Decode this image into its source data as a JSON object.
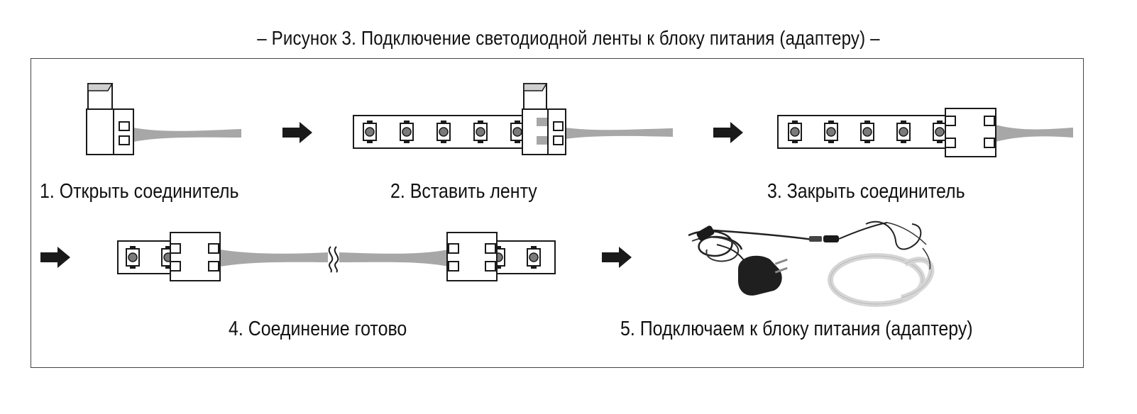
{
  "title": "– Рисунок 3. Подключение светодиодной ленты к блоку питания (адаптеру) –",
  "steps": [
    {
      "label": "1. Открыть соединитель"
    },
    {
      "label": "2. Вставить ленту"
    },
    {
      "label": "3. Закрыть соединитель"
    },
    {
      "label": "4. Соединение готово"
    },
    {
      "label": "5. Подключаем к блоку питания (адаптеру)"
    }
  ],
  "colors": {
    "outline": "#1a1a1a",
    "wire_gray": "#a7a7a7",
    "arrow": "#1a1a1a",
    "led_fill": "#7a7a7a"
  }
}
